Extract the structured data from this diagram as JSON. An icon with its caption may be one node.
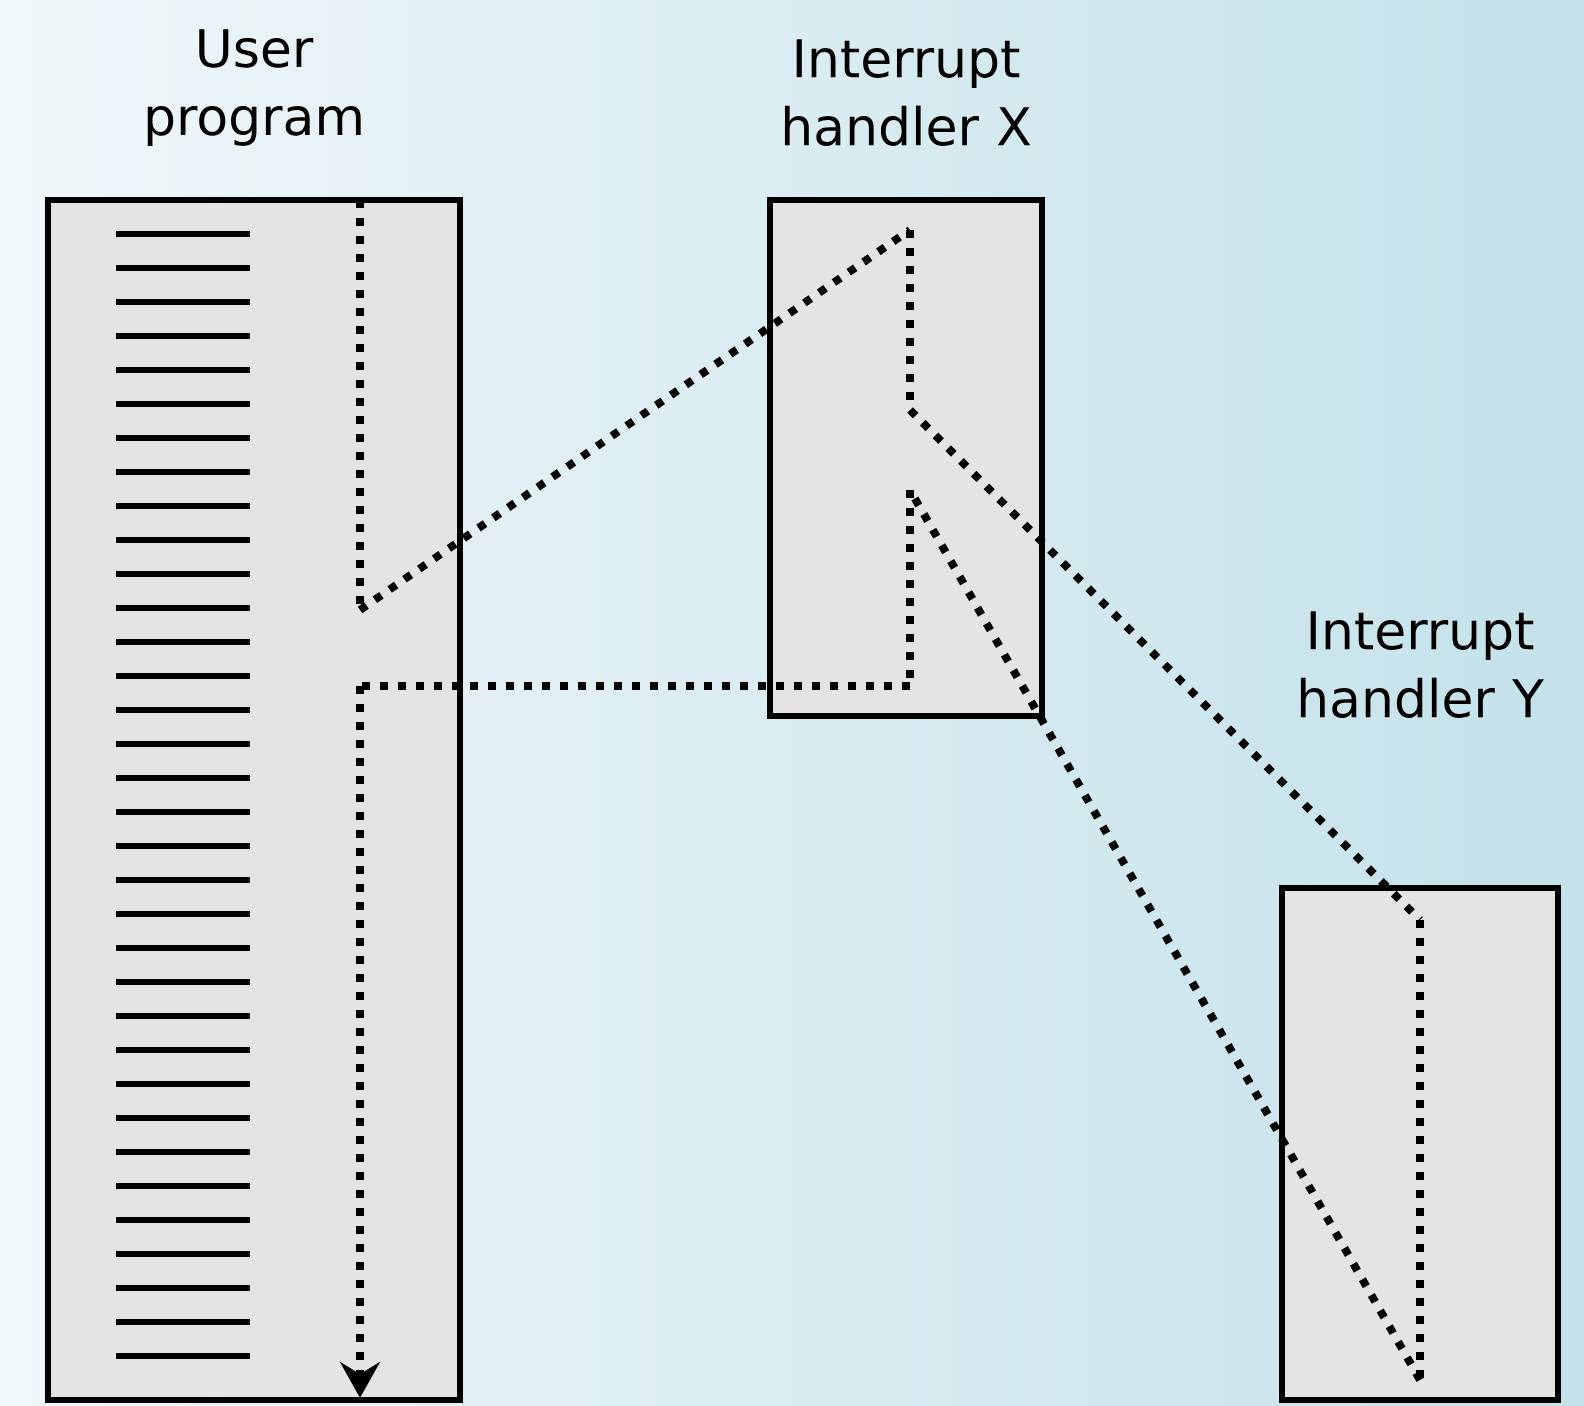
{
  "diagram": {
    "nodes": [
      {
        "text": [
          "User program"
        ]
      },
      {
        "text": [
          "Interrupt handler X"
        ]
      },
      {
        "text": [
          "Interrupt handler Y"
        ]
      }
    ],
    "edges": [
      {
        "from": 0,
        "to": 1,
        "arrow": "none",
        "style": "dashed"
      },
      {
        "from": 1,
        "to": 2,
        "arrow": "none",
        "style": "dashed"
      },
      {
        "from": 2,
        "to": 1,
        "arrow": "none",
        "style": "dashed"
      },
      {
        "from": 1,
        "to": 0,
        "arrow": "none",
        "style": "dashed"
      }
    ]
  }
}
